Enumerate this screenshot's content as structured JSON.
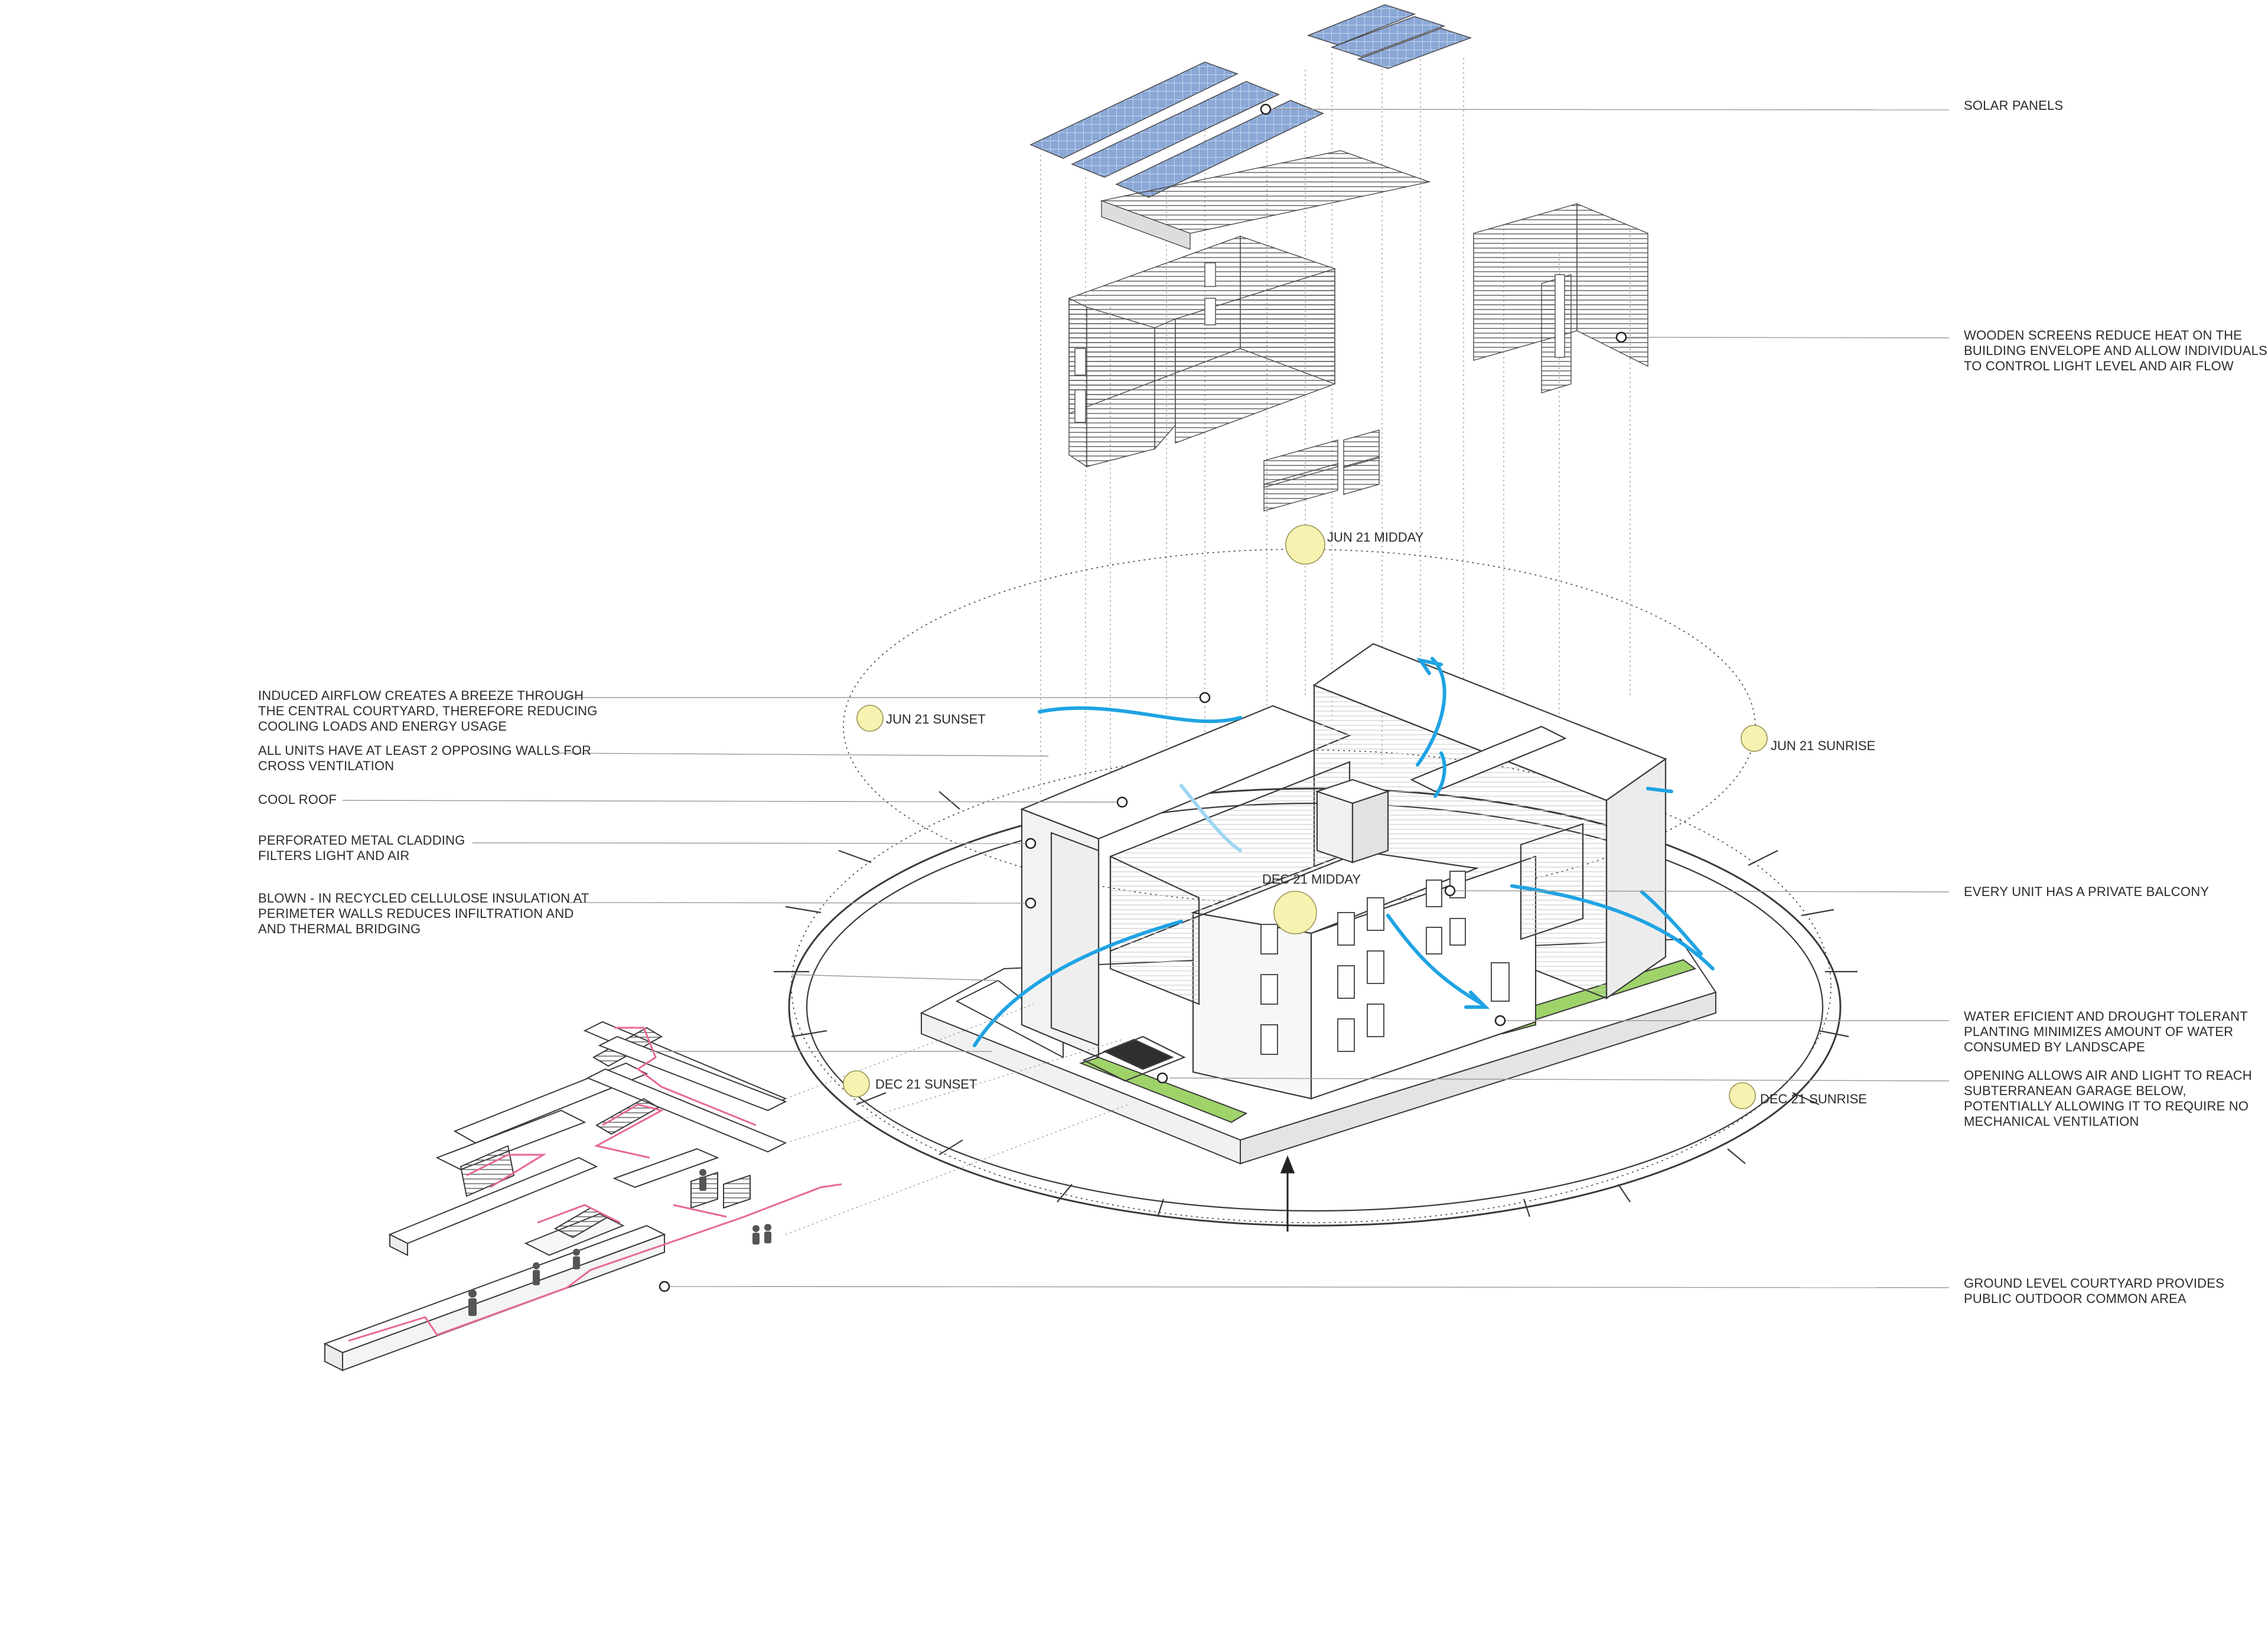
{
  "colors": {
    "line": "#3a3a3a",
    "leader": "#9a9a9a",
    "sun": "#f7f2b0",
    "sun_stroke": "#9a9455",
    "airflow": "#1fa3e3",
    "circulation": "#e8679a",
    "planting": "#9fd36a",
    "solar": "#8aa7d6",
    "wall": "#ffffff",
    "wall_shade": "#e6e6e6"
  },
  "sun_positions": [
    {
      "key": "jun21_midday",
      "label": "JUN 21 MIDDAY"
    },
    {
      "key": "jun21_sunset",
      "label": "JUN 21 SUNSET"
    },
    {
      "key": "jun21_sunrise",
      "label": "JUN 21 SUNRISE"
    },
    {
      "key": "dec21_midday",
      "label": "DEC 21 MIDDAY"
    },
    {
      "key": "dec21_sunset",
      "label": "DEC 21 SUNSET"
    },
    {
      "key": "dec21_sunrise",
      "label": "DEC 21 SUNRISE"
    }
  ],
  "annotations_left": [
    {
      "key": "induced_airflow",
      "lines": [
        "INDUCED AIRFLOW CREATES A BREEZE THROUGH",
        "THE CENTRAL COURTYARD, THEREFORE REDUCING",
        "COOLING LOADS AND ENERGY USAGE"
      ]
    },
    {
      "key": "cross_ventilation",
      "lines": [
        "ALL UNITS HAVE AT LEAST 2 OPPOSING WALLS FOR",
        "CROSS VENTILATION"
      ]
    },
    {
      "key": "cool_roof",
      "lines": [
        "COOL ROOF"
      ]
    },
    {
      "key": "metal_cladding",
      "lines": [
        "PERFORATED METAL CLADDING",
        "FILTERS LIGHT AND AIR"
      ]
    },
    {
      "key": "insulation",
      "lines": [
        "BLOWN - IN RECYCLED CELLULOSE INSULATION AT",
        "PERIMETER WALLS REDUCES INFILTRATION AND",
        "AND THERMAL BRIDGING"
      ]
    }
  ],
  "annotations_right": [
    {
      "key": "solar_panels",
      "lines": [
        "SOLAR PANELS"
      ]
    },
    {
      "key": "wooden_screens",
      "lines": [
        "WOODEN SCREENS REDUCE HEAT ON THE",
        "BUILDING ENVELOPE AND ALLOW INDIVIDUALS",
        "TO CONTROL LIGHT LEVEL AND AIR FLOW"
      ]
    },
    {
      "key": "private_balcony",
      "lines": [
        "EVERY UNIT HAS A PRIVATE BALCONY"
      ]
    },
    {
      "key": "planting",
      "lines": [
        "WATER EFICIENT AND DROUGHT TOLERANT",
        "PLANTING MINIMIZES AMOUNT OF WATER",
        "CONSUMED BY LANDSCAPE"
      ]
    },
    {
      "key": "garage_opening",
      "lines": [
        "OPENING ALLOWS AIR AND LIGHT TO REACH",
        "SUBTERRANEAN GARAGE BELOW,",
        "POTENTIALLY ALLOWING IT TO REQUIRE NO",
        "MECHANICAL VENTILATION"
      ]
    },
    {
      "key": "courtyard",
      "lines": [
        "GROUND LEVEL COURTYARD PROVIDES",
        "PUBLIC OUTDOOR COMMON AREA"
      ]
    }
  ]
}
